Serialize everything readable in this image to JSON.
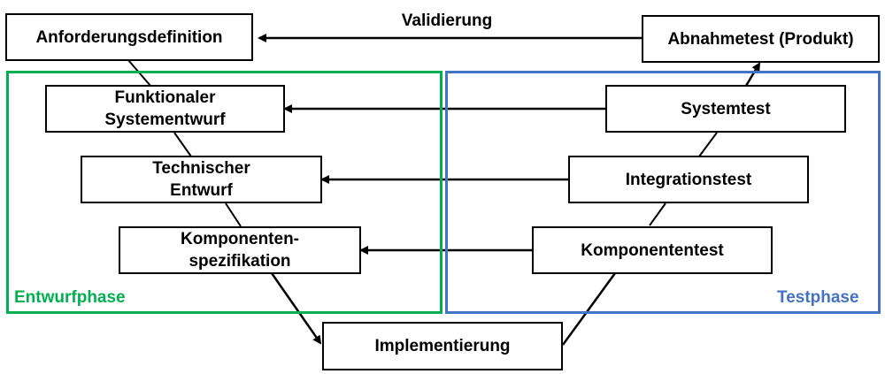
{
  "phases": {
    "design": {
      "label": "Entwurfphase",
      "color": "#00b050"
    },
    "test": {
      "label": "Testphase",
      "color": "#4472c4"
    }
  },
  "boxes": {
    "requirements": {
      "label": "Anforderungsdefinition"
    },
    "acceptance": {
      "label": "Abnahmetest (Produkt)"
    },
    "functional_design": {
      "line1": "Funktionaler",
      "line2": "Systementwurf"
    },
    "system_test": {
      "label": "Systemtest"
    },
    "technical_design": {
      "line1": "Technischer",
      "line2": "Entwurf"
    },
    "integration_test": {
      "label": "Integrationstest"
    },
    "component_spec": {
      "line1": "Komponenten-",
      "line2": "spezifikation"
    },
    "component_test": {
      "label": "Komponententest"
    },
    "implementation": {
      "label": "Implementierung"
    }
  },
  "validation_label": "Validierung"
}
